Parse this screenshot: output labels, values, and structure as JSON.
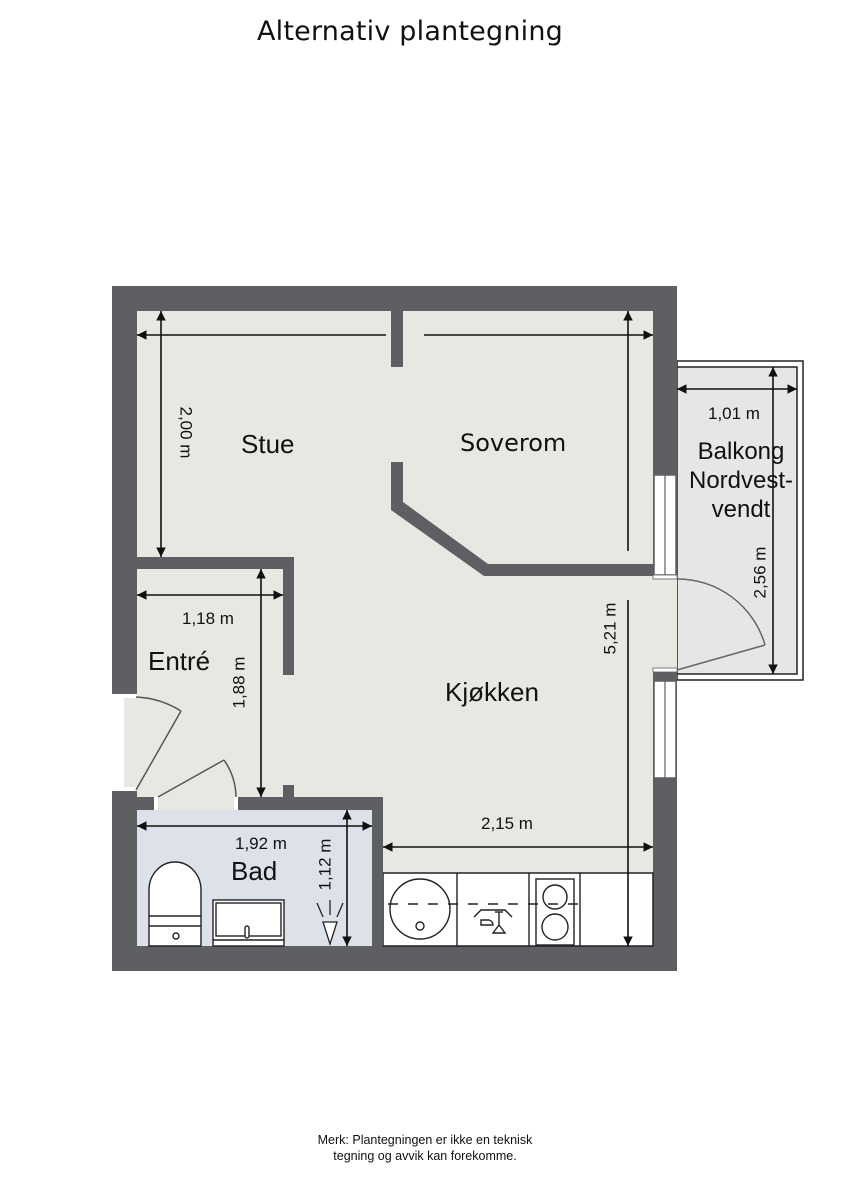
{
  "page": {
    "title": "Alternativ plantegning",
    "note_line1": "Merk: Plantegningen er ikke en teknisk",
    "note_line2": "tegning og avvik kan forekomme."
  },
  "colors": {
    "wall": "#5e5f63",
    "floor": "#e8e8e3",
    "bath_floor": "#dde2ea",
    "balcony_floor": "#e6e6e6",
    "line": "#111111"
  },
  "rooms": {
    "stue": {
      "name": "Stue",
      "height_dim": "2,00 m"
    },
    "soverom": {
      "name": "Soverom"
    },
    "entre": {
      "name": "Entré",
      "width_dim": "1,18 m",
      "height_dim": "1,88 m"
    },
    "kjokken": {
      "name": "Kjøkken",
      "width_dim": "2,15 m",
      "height_dim": "5,21 m"
    },
    "bad": {
      "name": "Bad",
      "width_dim": "1,92 m",
      "height_dim": "1,12 m"
    },
    "balkong": {
      "name_line1": "Balkong",
      "name_line2": "Nordvest-",
      "name_line3": "vendt",
      "width_dim": "1,01 m",
      "height_dim": "2,56 m"
    }
  },
  "fixtures": {
    "bathroom": [
      "toilet",
      "sink",
      "shower-drain"
    ],
    "kitchen": [
      "sink",
      "dishwasher",
      "stove",
      "cabinet"
    ]
  }
}
